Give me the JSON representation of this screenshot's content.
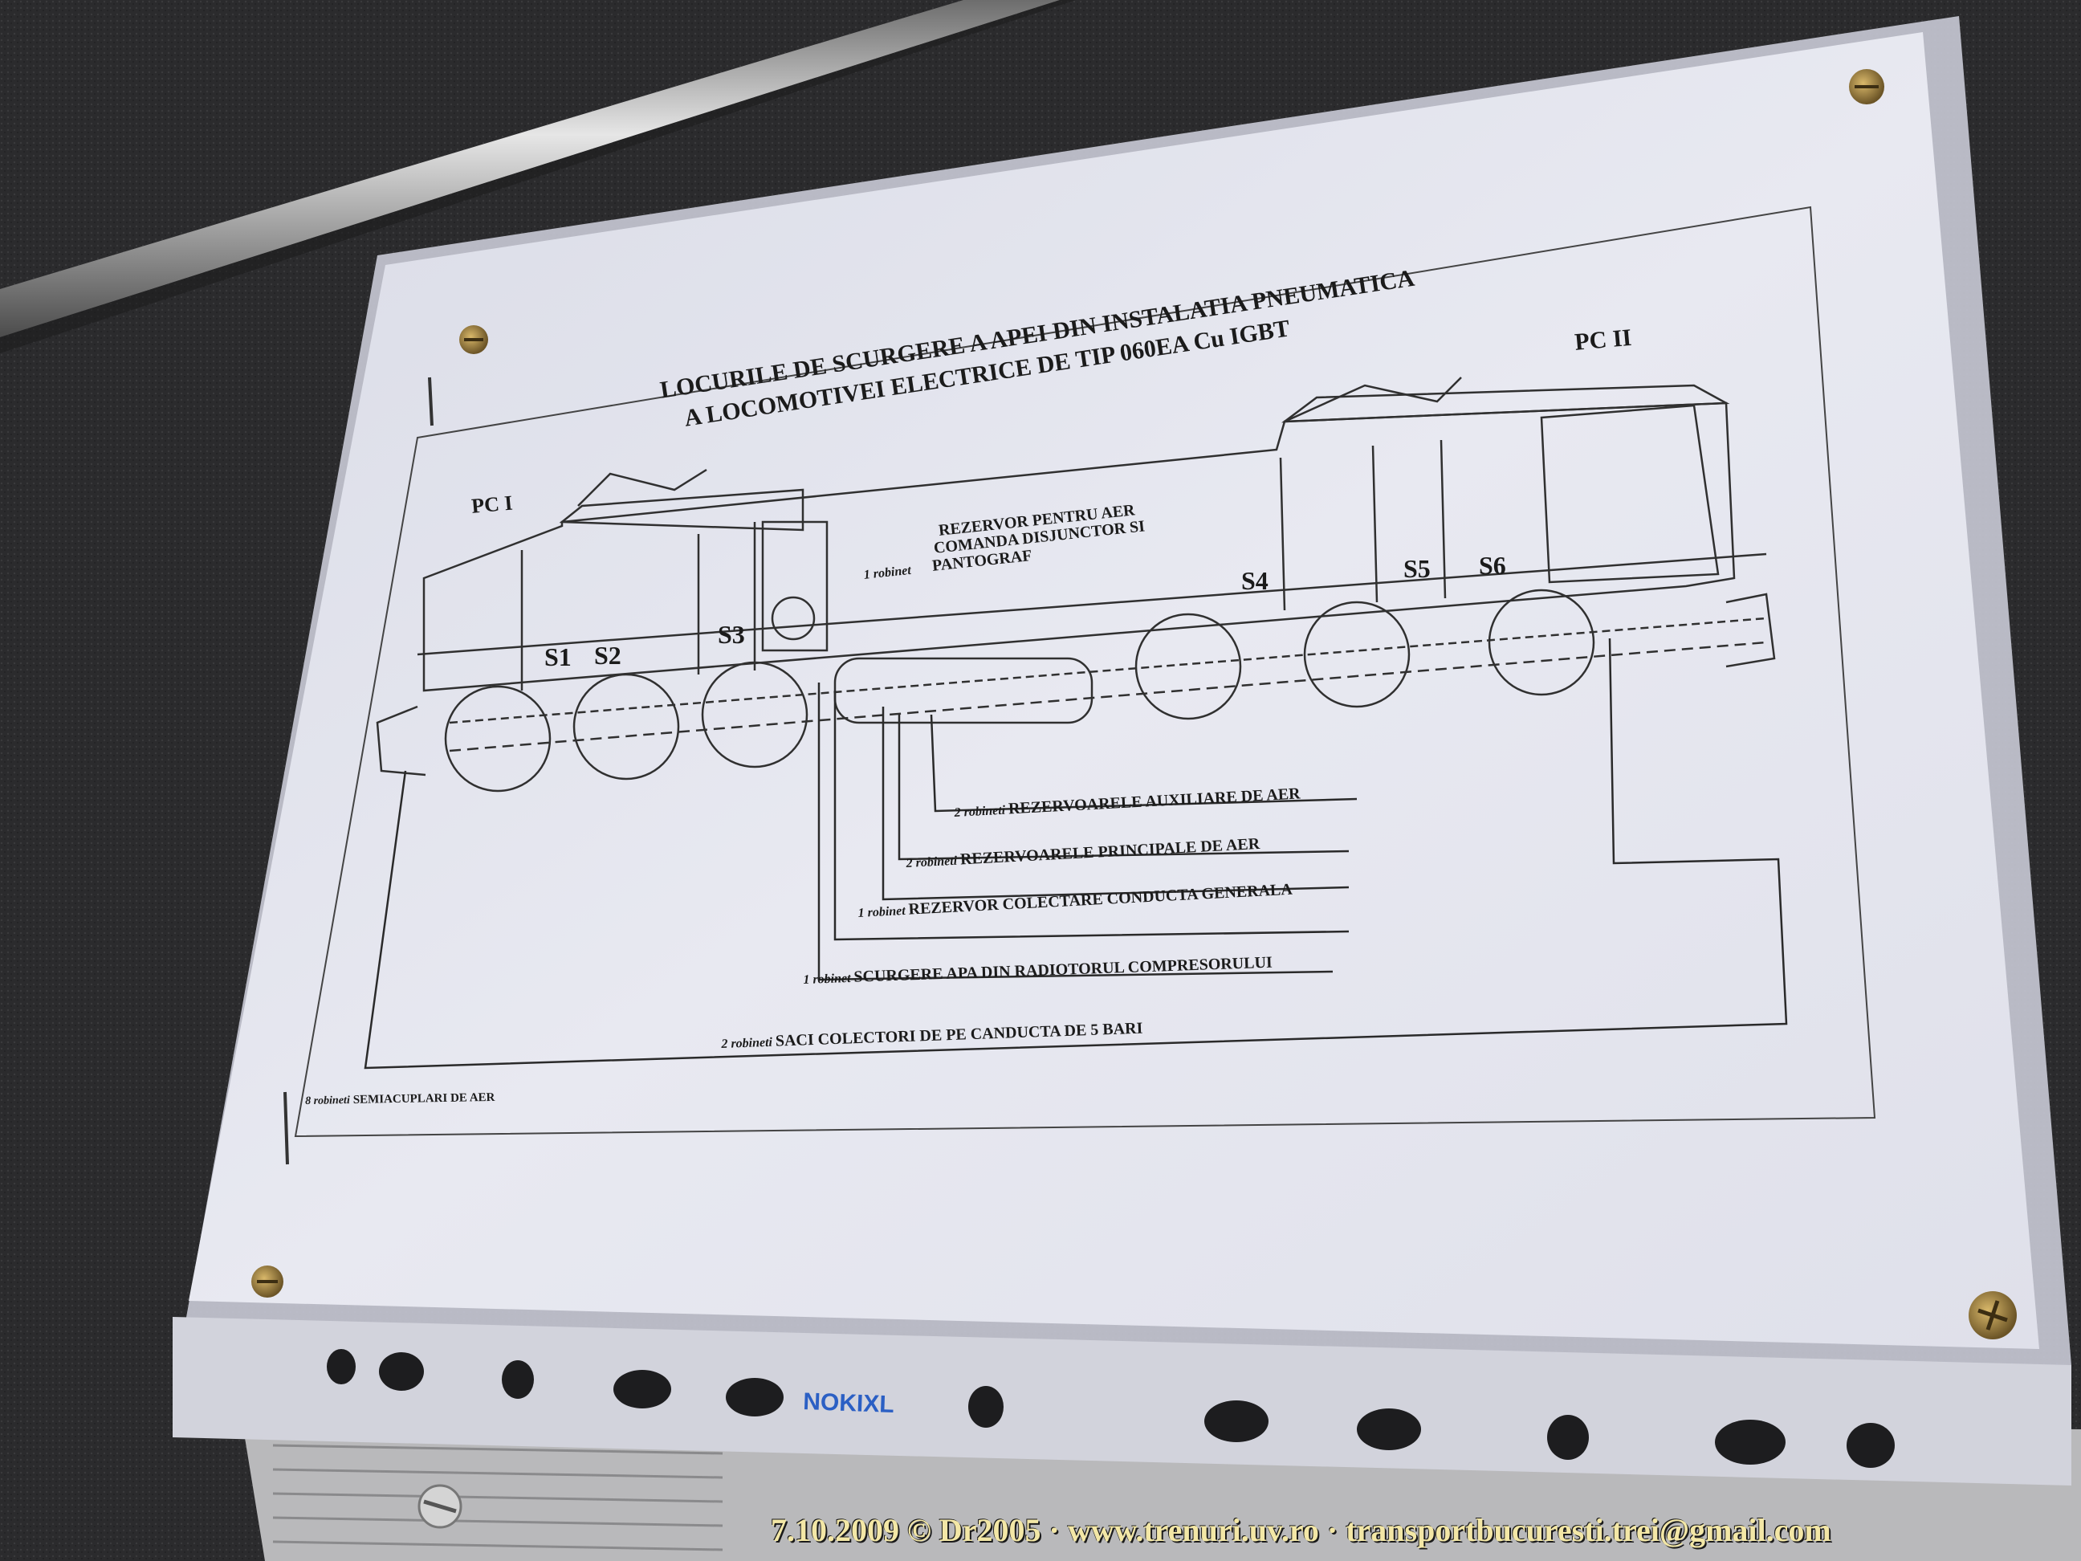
{
  "diagram": {
    "title_line1": "LOCURILE DE SCURGERE A APEI DIN INSTALATIA PNEUMATICA",
    "title_line2": "A LOCOMOTIVEI ELECTRICE DE TIP 060EA Cu IGBT",
    "cab_left": "PC I",
    "cab_right": "PC II",
    "sections": [
      "S1",
      "S2",
      "S3",
      "S4",
      "S5",
      "S6"
    ],
    "reservoir_line1": "REZERVOR PENTRU AER",
    "reservoir_line2": "COMANDA DISJUNCTOR SI",
    "reservoir_count": "1 robinet",
    "reservoir_line3": "PANTOGRAF",
    "callouts": [
      {
        "count": "2 robineti",
        "text": "REZERVOARELE AUXILIARE DE AER"
      },
      {
        "count": "2 robineti",
        "text": "REZERVOARELE PRINCIPALE DE AER"
      },
      {
        "count": "1 robinet",
        "text": "REZERVOR COLECTARE CONDUCTA GENERALA"
      },
      {
        "count": "1 robinet",
        "text": "SCURGERE APA DIN RADIOTORUL COMPRESORULUI"
      },
      {
        "count": "2 robineti",
        "text": "SACI COLECTORI DE PE CANDUCTA DE 5 BARI"
      },
      {
        "count": "8 robineti",
        "text": "SEMIACUPLARI DE AER"
      }
    ]
  },
  "sleeve_brand": "NOKIXL",
  "watermark": "7.10.2009 © Dr2005 · www.trenuri.uv.ro · transportbucuresti.trei@gmail.com"
}
